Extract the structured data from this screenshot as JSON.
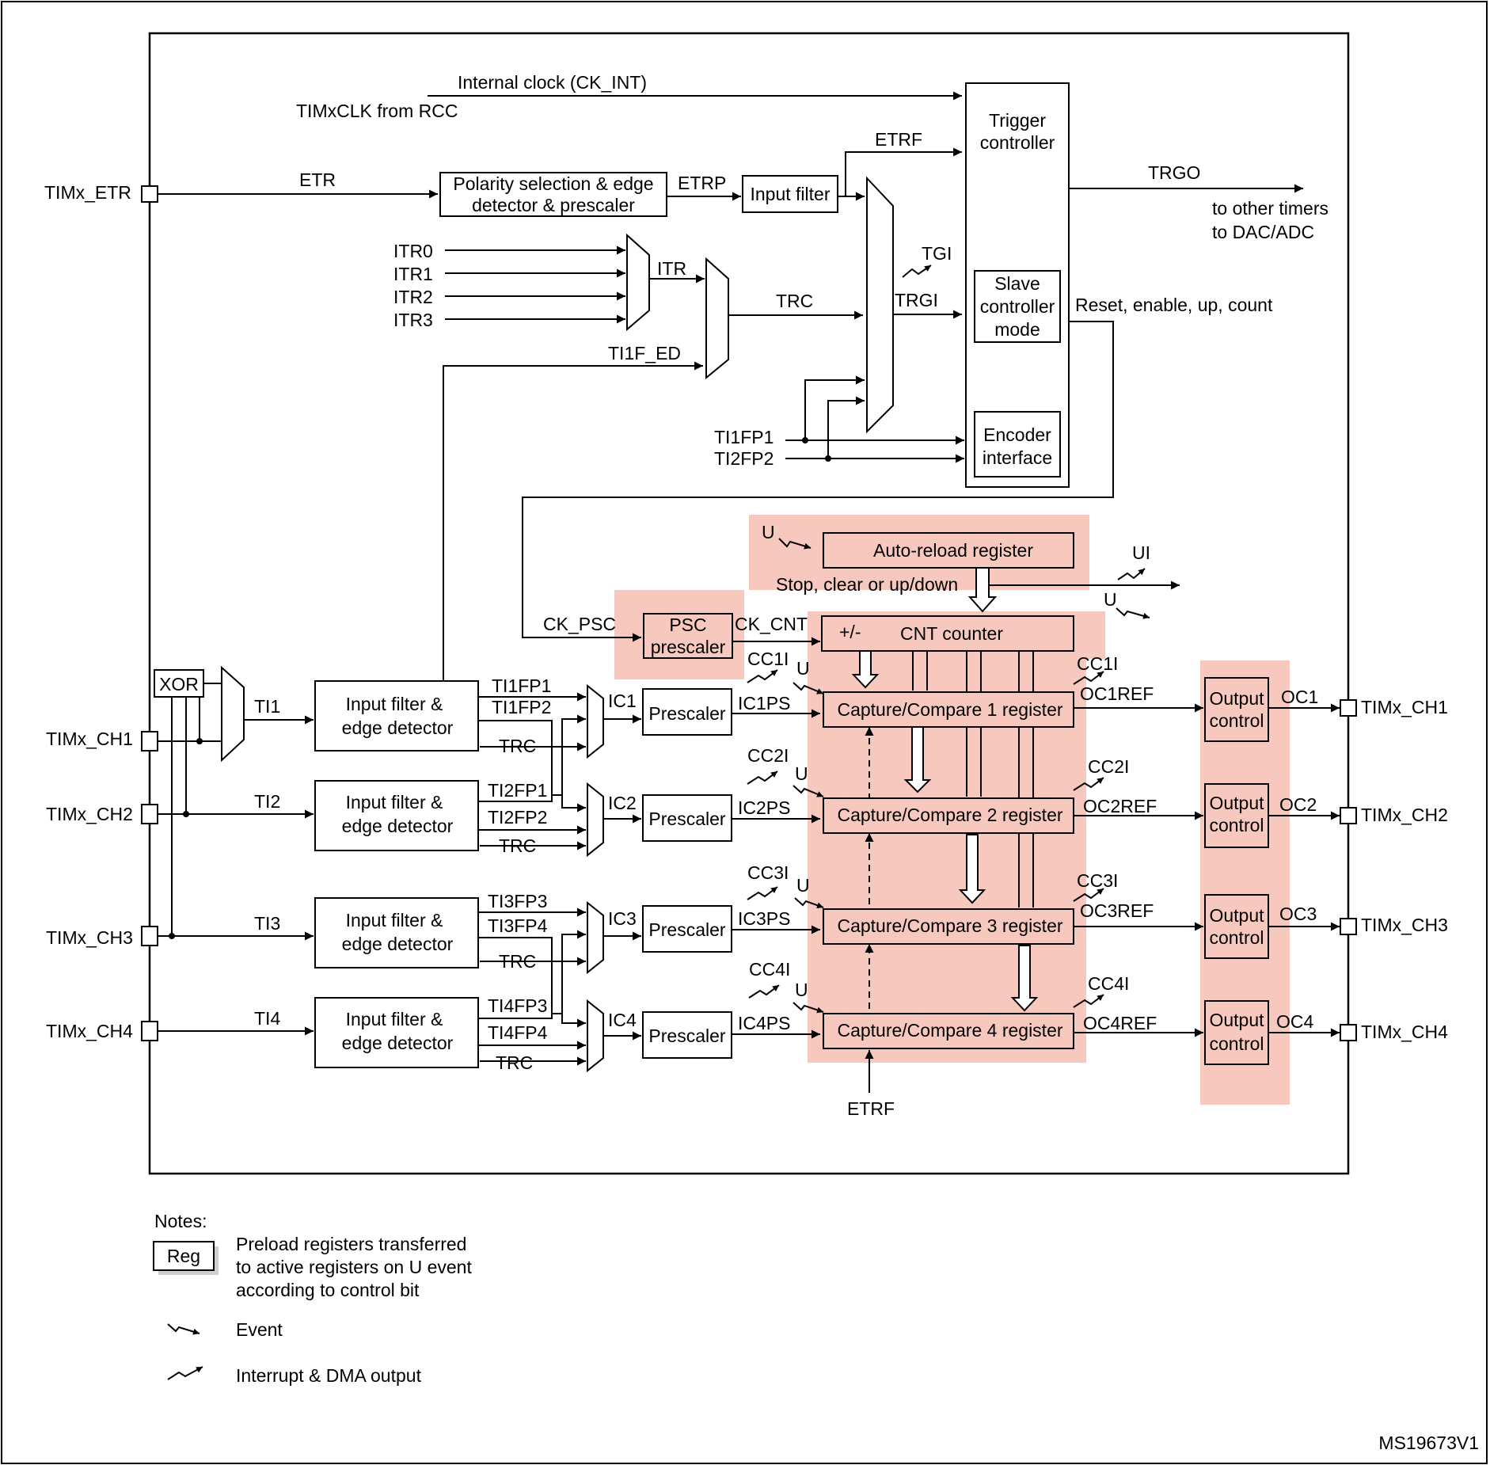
{
  "pins": {
    "etr": "TIMx_ETR",
    "ch1": "TIMx_CH1",
    "ch2": "TIMx_CH2",
    "ch3": "TIMx_CH3",
    "ch4": "TIMx_CH4"
  },
  "clock": {
    "internal": "Internal clock (CK_INT)",
    "rcc": "TIMxCLK from RCC"
  },
  "trigger": {
    "etr": "ETR",
    "polarity_line1": "Polarity selection & edge",
    "polarity_line2": "detector & prescaler",
    "etrp": "ETRP",
    "input_filter": "Input filter",
    "etrf": "ETRF",
    "itr0": "ITR0",
    "itr1": "ITR1",
    "itr2": "ITR2",
    "itr3": "ITR3",
    "itr": "ITR",
    "trc": "TRC",
    "ti1f_ed": "TI1F_ED",
    "tgi": "TGI",
    "trgi": "TRGI",
    "ti1fp1": "TI1FP1",
    "ti2fp2": "TI2FP2",
    "controller_line1": "Trigger",
    "controller_line2": "controller",
    "slave_line1": "Slave",
    "slave_line2": "controller",
    "slave_line3": "mode",
    "encoder_line1": "Encoder",
    "encoder_line2": "interface",
    "trgo": "TRGO",
    "other_timers": "to other timers",
    "dac_adc": "to DAC/ADC",
    "reset": "Reset, enable, up, count"
  },
  "counter": {
    "u": "U",
    "autoreload": "Auto-reload register",
    "stop": "Stop, clear or up/down",
    "ui": "UI",
    "u2": "U",
    "ck_psc": "CK_PSC",
    "psc_line1": "PSC",
    "psc_line2": "prescaler",
    "ck_cnt": "CK_CNT",
    "plusminus": "+/-",
    "cnt": "CNT counter"
  },
  "inputs": {
    "xor": "XOR",
    "ti1": "TI1",
    "ti2": "TI2",
    "ti3": "TI3",
    "ti4": "TI4",
    "filter_line1": "Input filter &",
    "filter_line2": "edge detector",
    "ti1fp1": "TI1FP1",
    "ti1fp2": "TI1FP2",
    "ti2fp1": "TI2FP1",
    "ti2fp2": "TI2FP2",
    "ti3fp3": "TI3FP3",
    "ti3fp4": "TI3FP4",
    "ti4fp3": "TI4FP3",
    "ti4fp4": "TI4FP4",
    "trc": "TRC",
    "ic1": "IC1",
    "ic2": "IC2",
    "ic3": "IC3",
    "ic4": "IC4",
    "prescaler": "Prescaler",
    "ic1ps": "IC1PS",
    "ic2ps": "IC2PS",
    "ic3ps": "IC3PS",
    "ic4ps": "IC4PS"
  },
  "capture": {
    "cc1i": "CC1I",
    "cc2i": "CC2I",
    "cc3i": "CC3I",
    "cc4i": "CC4I",
    "u": "U",
    "reg1": "Capture/Compare 1 register",
    "reg2": "Capture/Compare 2 register",
    "reg3": "Capture/Compare 3 register",
    "reg4": "Capture/Compare 4 register",
    "etrf": "ETRF"
  },
  "outputs": {
    "oc1ref": "OC1REF",
    "oc2ref": "OC2REF",
    "oc3ref": "OC3REF",
    "oc4ref": "OC4REF",
    "output_line1": "Output",
    "output_line2": "control",
    "oc1": "OC1",
    "oc2": "OC2",
    "oc3": "OC3",
    "oc4": "OC4"
  },
  "notes": {
    "title": "Notes:",
    "reg": "Reg",
    "preload_line1": "Preload registers transferred",
    "preload_line2": "to active registers on U event",
    "preload_line3": "according to control bit",
    "event": "Event",
    "interrupt": "Interrupt & DMA output"
  },
  "figure_id": "MS19673V1",
  "colors": {
    "highlight": "#f7c8bd",
    "line": "#000000",
    "background": "#ffffff"
  }
}
